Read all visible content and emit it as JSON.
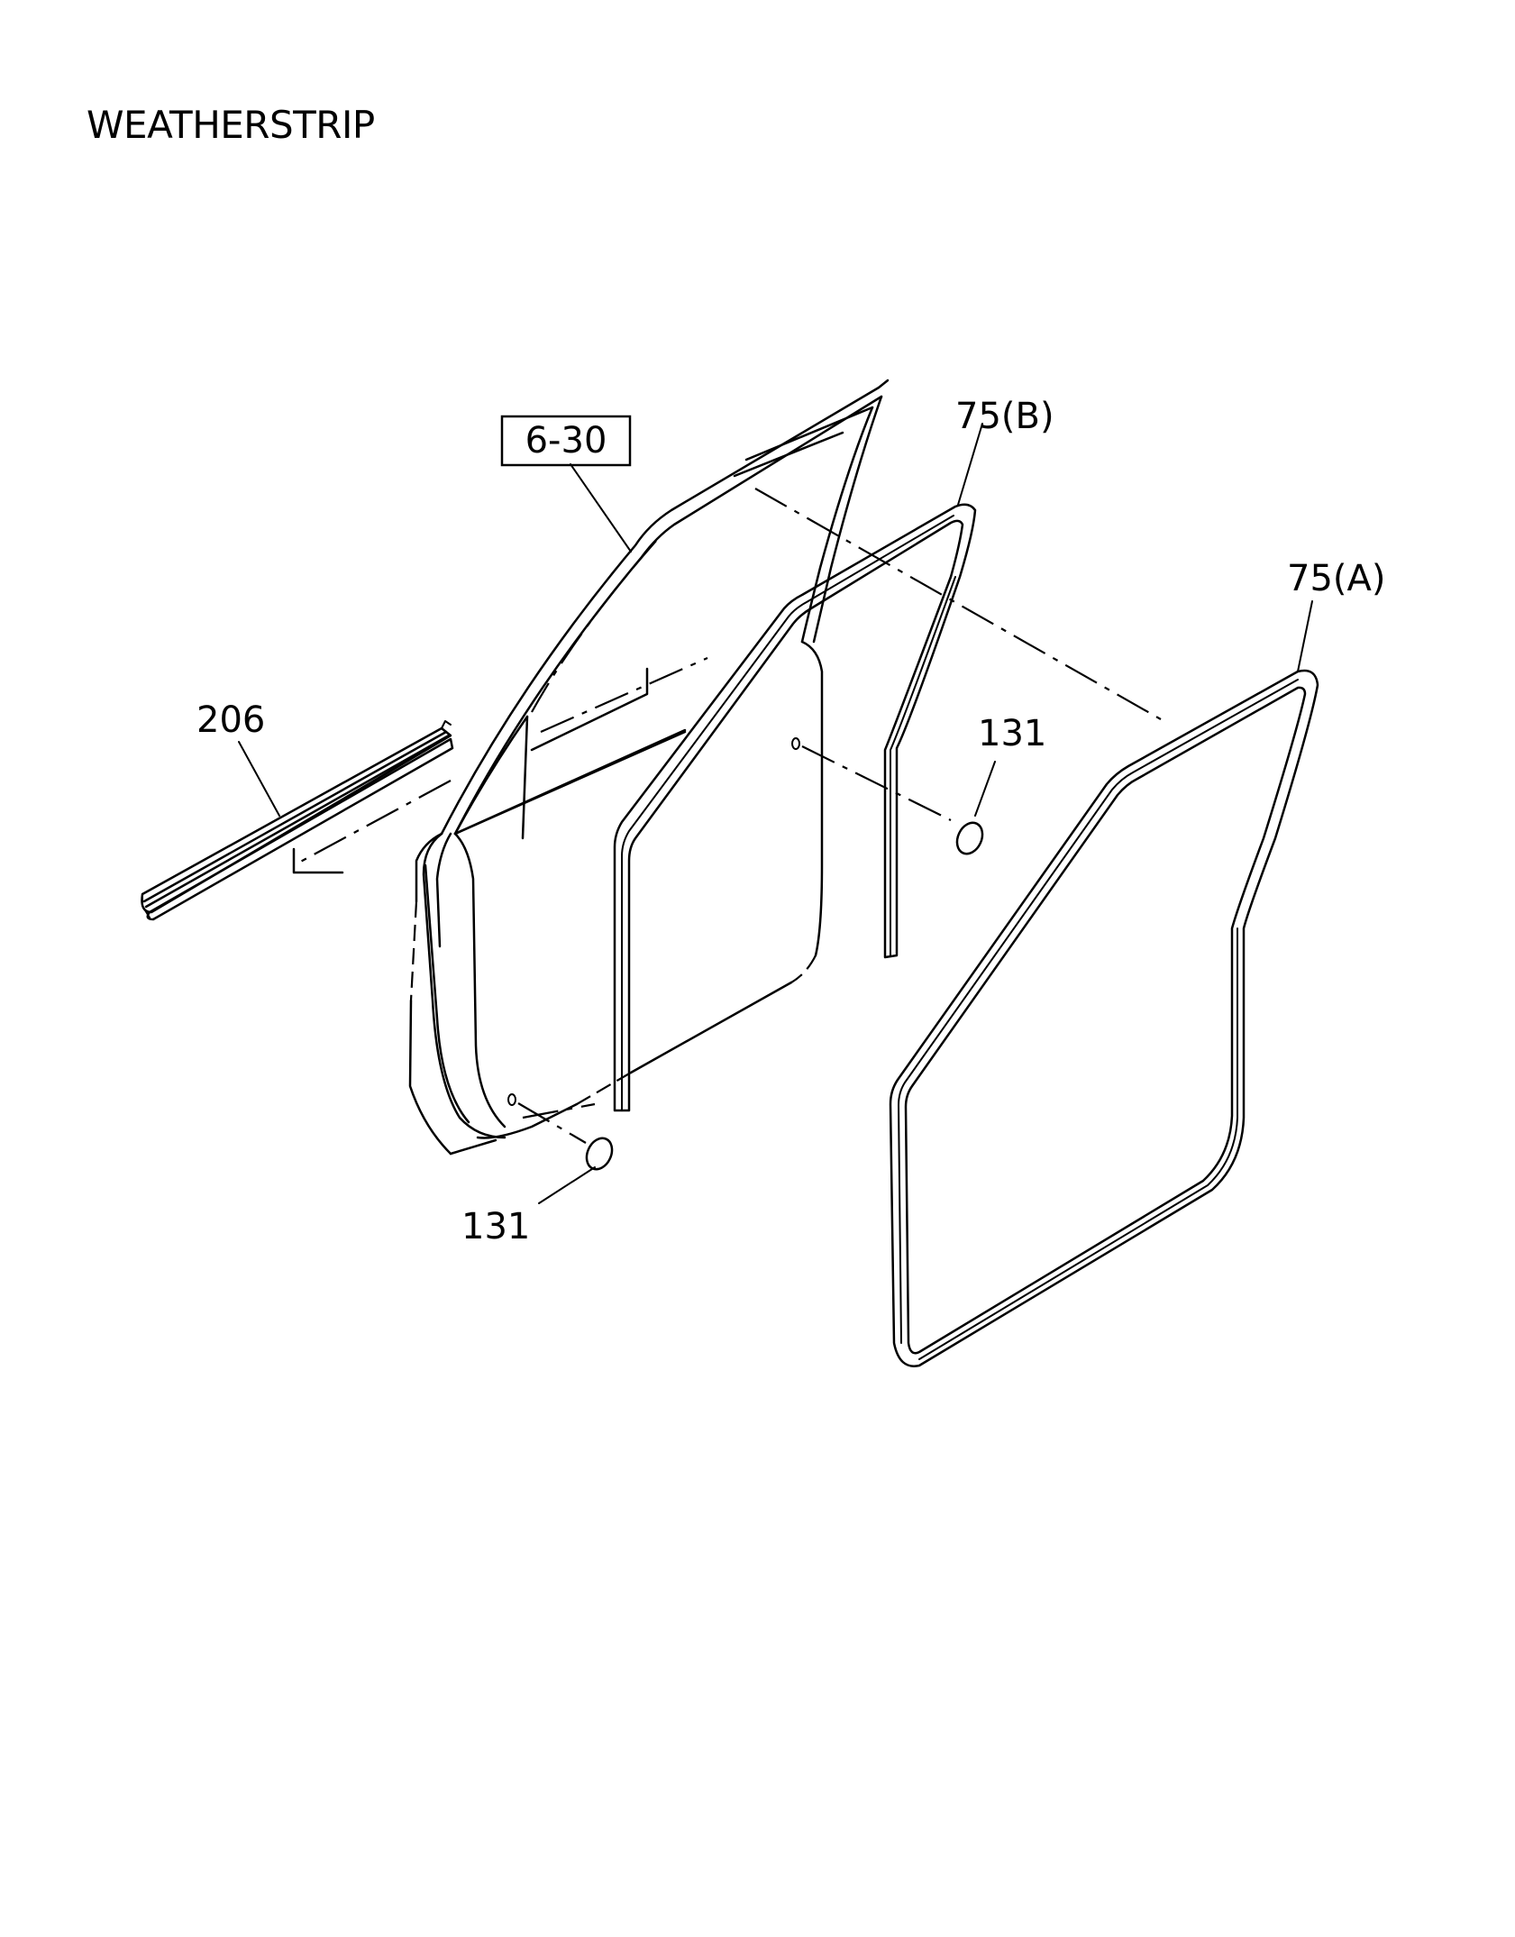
{
  "title": "WEATHERSTRIP",
  "callouts": {
    "ref_box": "6-30",
    "part_75b": "75(B)",
    "part_75a": "75(A)",
    "part_206": "206",
    "part_131_upper": "131",
    "part_131_lower": "131"
  },
  "colors": {
    "ink": "#000000",
    "background": "#ffffff"
  }
}
